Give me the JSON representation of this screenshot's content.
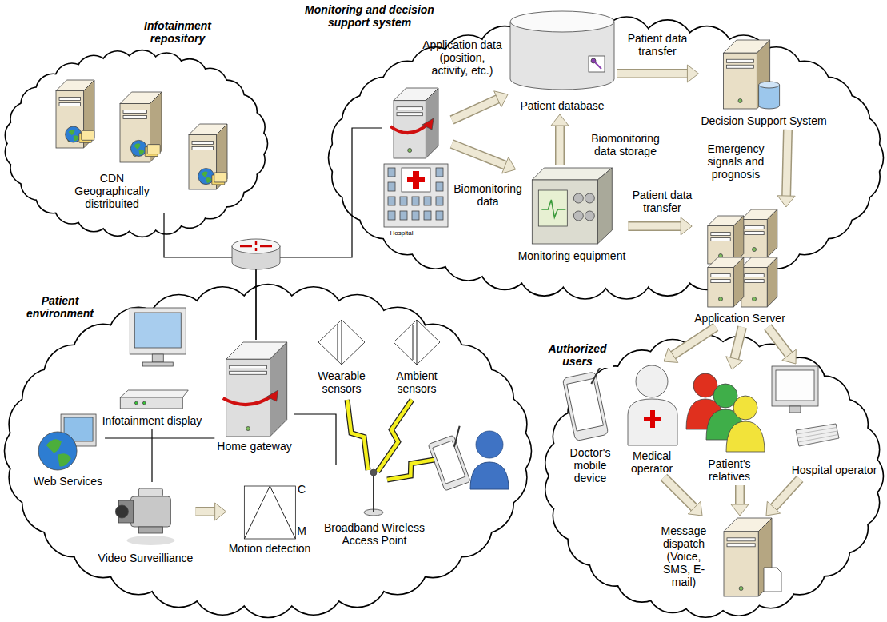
{
  "diagram": {
    "nodes": [
      {
        "text": [
          "Infotainment repository"
        ]
      },
      {
        "text": [
          "CDN Geographically distribuited"
        ],
        "in": 0
      },
      {
        "text": [
          "Monitoring and decision support system"
        ]
      },
      {
        "text": [
          "Hospital"
        ],
        "in": 2
      },
      {
        "text": [
          "Patient database"
        ],
        "in": 2
      },
      {
        "text": [
          "Decision Support System"
        ],
        "in": 2
      },
      {
        "text": [
          "Monitoring equipment"
        ],
        "in": 2
      },
      {
        "text": [
          "Application Server"
        ],
        "in": 2
      },
      {
        "text": [
          "Patient environment"
        ]
      },
      {
        "text": [
          "Infotainment display"
        ],
        "in": 8
      },
      {
        "text": [
          "Web Services"
        ],
        "in": 8
      },
      {
        "text": [
          "Home gateway"
        ],
        "in": 8
      },
      {
        "text": [
          "Wearable sensors"
        ],
        "in": 8
      },
      {
        "text": [
          "Ambient sensors"
        ],
        "in": 8
      },
      {
        "text": [
          "Broadband Wireless Access Point"
        ],
        "in": 8
      },
      {
        "text": [
          "Video Surveilliance"
        ],
        "in": 8
      },
      {
        "text": [
          "Motion detection"
        ],
        "in": 8
      },
      {
        "text": [
          "Authorized users"
        ]
      },
      {
        "text": [
          "Doctor's mobile device"
        ],
        "in": 17
      },
      {
        "text": [
          "Medical operator"
        ],
        "in": 17
      },
      {
        "text": [
          "Patient's relatives"
        ],
        "in": 17
      },
      {
        "text": [
          "Hospital operator"
        ],
        "in": 17
      },
      {
        "text": [
          "Message dispatch (Voice, SMS, E-mail)"
        ],
        "in": 17
      }
    ],
    "edges": [
      {
        "from": 3,
        "to": 4,
        "arrow": "to",
        "label": "Application data (position, activity, etc.)"
      },
      {
        "from": 3,
        "to": 6,
        "arrow": "to",
        "label": "Biomonitoring data"
      },
      {
        "from": 6,
        "to": 4,
        "arrow": "to",
        "label": "Biomonitoring data storage"
      },
      {
        "from": 4,
        "to": 5,
        "arrow": "to",
        "label": "Patient data transfer"
      },
      {
        "from": 5,
        "to": 7,
        "arrow": "to",
        "label": "Emergency signals and prognosis"
      },
      {
        "from": 6,
        "to": 7,
        "arrow": "to",
        "label": "Patient data transfer"
      },
      {
        "from": 7,
        "to": 19,
        "arrow": "to"
      },
      {
        "from": 7,
        "to": 20,
        "arrow": "to"
      },
      {
        "from": 7,
        "to": 21,
        "arrow": "to"
      },
      {
        "from": 19,
        "to": 22,
        "arrow": "to"
      },
      {
        "from": 20,
        "to": 22,
        "arrow": "to"
      },
      {
        "from": 21,
        "to": 22,
        "arrow": "to"
      },
      {
        "from": 15,
        "to": 16,
        "arrow": "to"
      },
      {
        "from": 1,
        "to": 11,
        "arrow": "none"
      },
      {
        "from": 3,
        "to": 11,
        "arrow": "none"
      },
      {
        "from": 11,
        "to": 14,
        "arrow": "none"
      },
      {
        "from": 10,
        "to": 11,
        "arrow": "none"
      },
      {
        "from": 9,
        "to": 15,
        "arrow": "none"
      }
    ],
    "labels": [
      "C",
      "M"
    ]
  }
}
